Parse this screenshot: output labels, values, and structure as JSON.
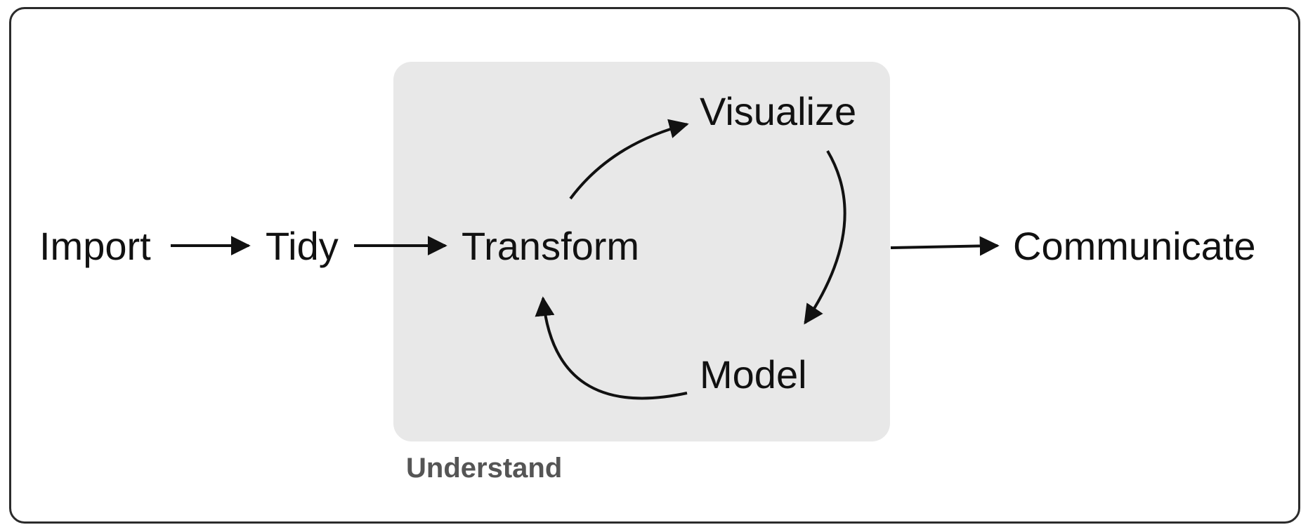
{
  "nodes": {
    "import": "Import",
    "tidy": "Tidy",
    "transform": "Transform",
    "visualize": "Visualize",
    "model": "Model",
    "communicate": "Communicate"
  },
  "group": {
    "label": "Understand"
  },
  "colors": {
    "frame": "#2b2b2b",
    "group_fill": "#e8e8e8",
    "text": "#111111",
    "group_label": "#555555"
  }
}
